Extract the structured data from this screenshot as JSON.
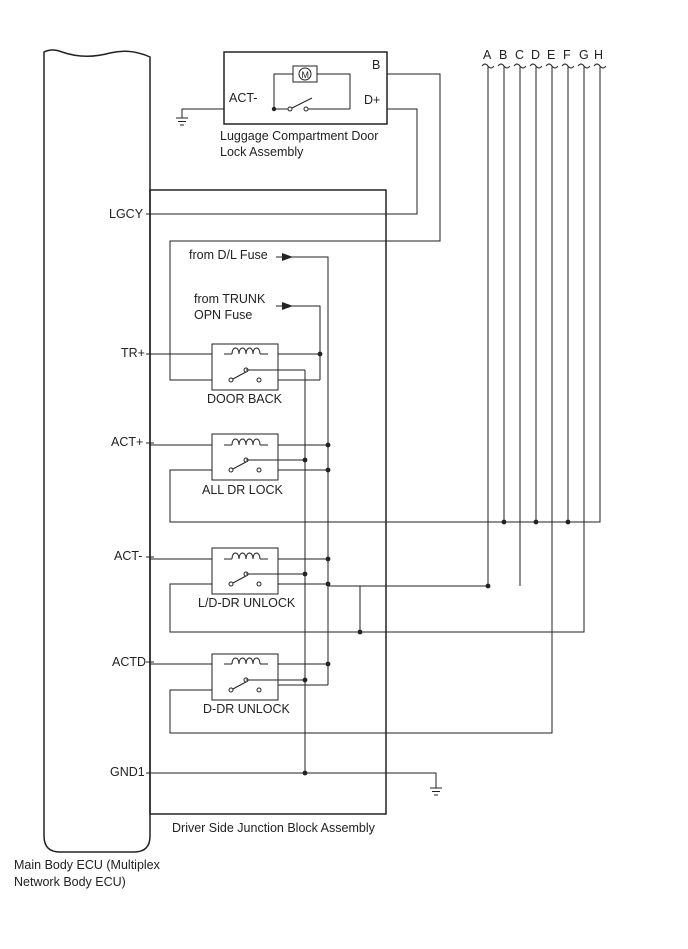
{
  "components": {
    "ecu": {
      "label_line1": "Main Body ECU (Multiplex",
      "label_line2": "Network Body ECU)"
    },
    "junction_block": {
      "label": "Driver Side Junction Block Assembly"
    },
    "luggage_lock": {
      "label_line1": "Luggage Compartment Door",
      "label_line2": "Lock Assembly",
      "motor_symbol": "M"
    }
  },
  "pins": {
    "luggage": {
      "act_minus": "ACT-",
      "b": "B",
      "d_plus": "D+"
    },
    "ecu": {
      "lgcy": "LGCY",
      "tr_plus": "TR+",
      "act_plus": "ACT+",
      "act_minus": "ACT-",
      "actd": "ACTD",
      "gnd1": "GND1"
    }
  },
  "fuses": {
    "dl": "from D/L Fuse",
    "trunk_line1": "from TRUNK",
    "trunk_line2": "OPN Fuse"
  },
  "relays": {
    "door_back": "DOOR BACK",
    "all_dr_lock": "ALL DR LOCK",
    "ld_dr_unlock": "L/D-DR UNLOCK",
    "d_dr_unlock": "D-DR UNLOCK"
  },
  "connectors": {
    "a": "A",
    "b": "B",
    "c": "C",
    "d": "D",
    "e": "E",
    "f": "F",
    "g": "G",
    "h": "H"
  }
}
